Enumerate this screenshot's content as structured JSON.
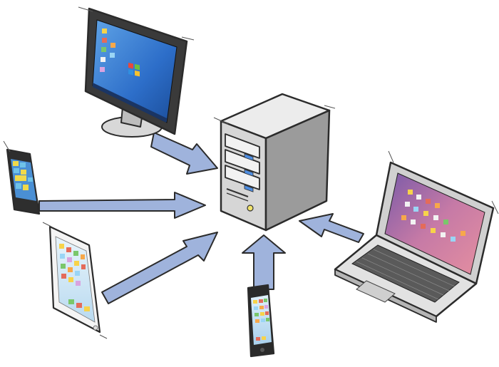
{
  "diagram": {
    "center": {
      "kind": "server-tower"
    },
    "clients": [
      {
        "id": "desktop-monitor",
        "kind": "desktop"
      },
      {
        "id": "windows-phone",
        "kind": "smartphone"
      },
      {
        "id": "tablet",
        "kind": "tablet"
      },
      {
        "id": "smartphone",
        "kind": "smartphone"
      },
      {
        "id": "laptop",
        "kind": "laptop"
      }
    ],
    "connections": [
      {
        "from": "desktop-monitor",
        "to": "server"
      },
      {
        "from": "windows-phone",
        "to": "server"
      },
      {
        "from": "tablet",
        "to": "server"
      },
      {
        "from": "smartphone",
        "to": "server"
      },
      {
        "from": "laptop",
        "to": "server"
      }
    ]
  },
  "colors": {
    "arrow_fill": "#9fb3dc",
    "arrow_stroke": "#2b2b2b",
    "server_body": "#d6d6d6",
    "server_side": "#9b9b9b",
    "monitor_screen": "#2d6ec9",
    "tablet_screen": "#cfe6f6",
    "laptop_screen": "#b26ea8"
  }
}
